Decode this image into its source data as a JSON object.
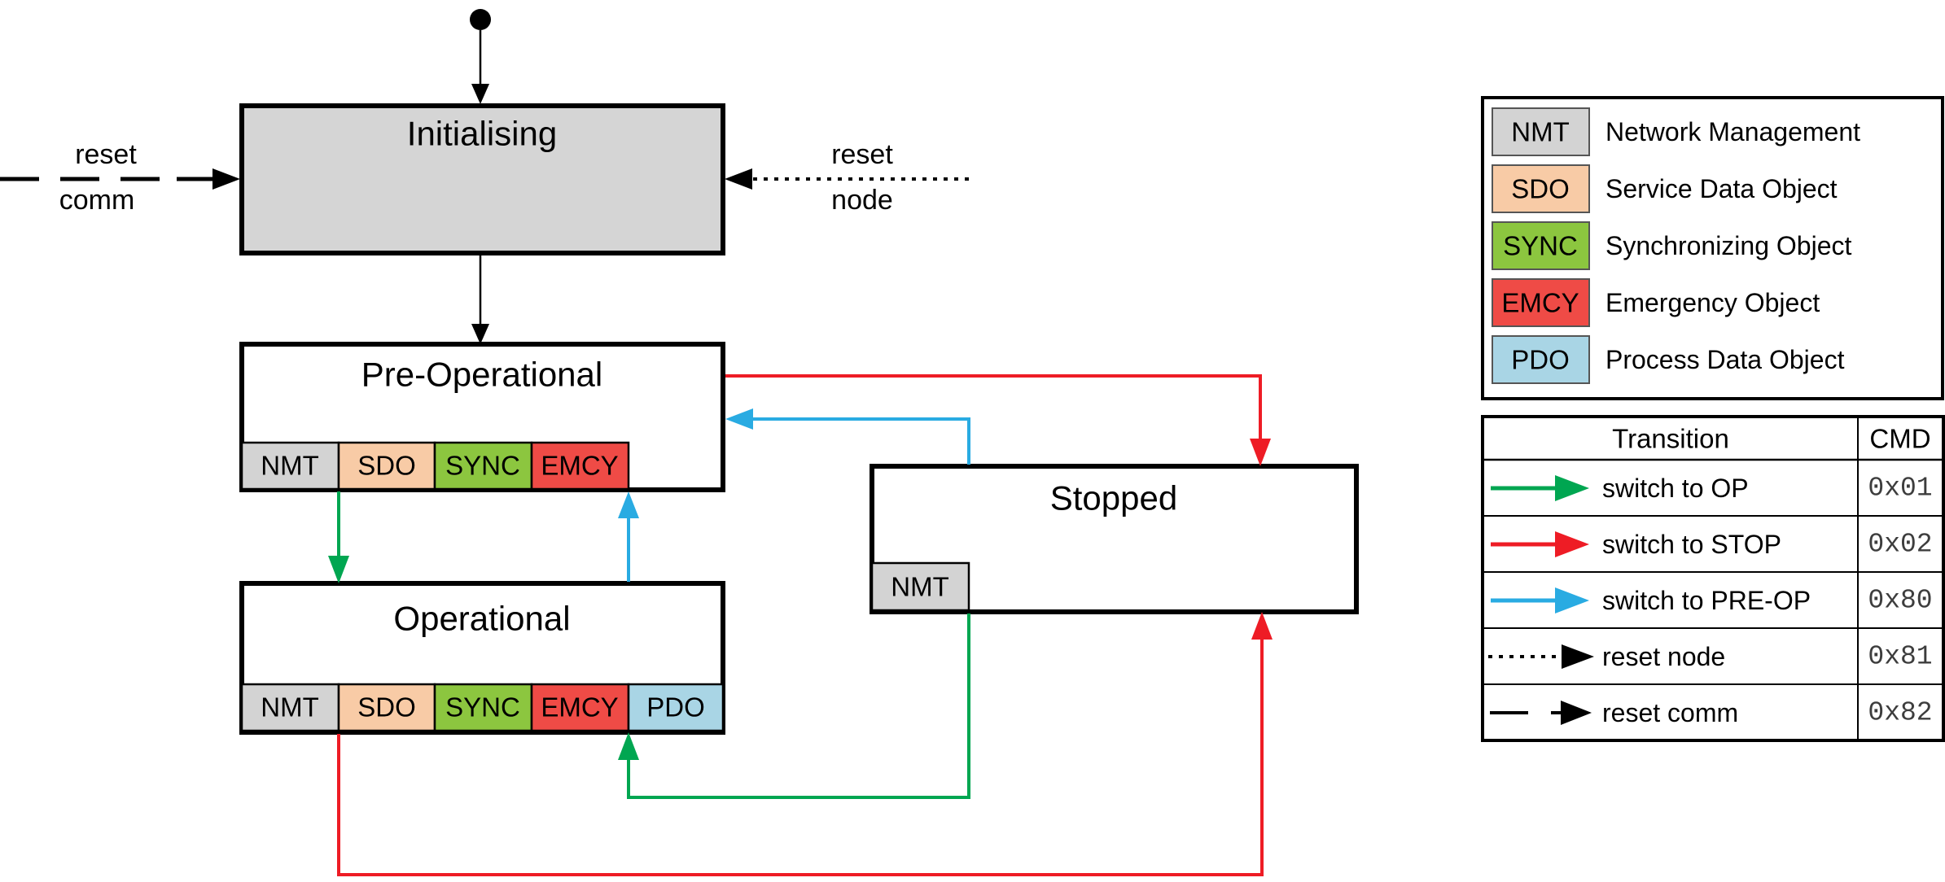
{
  "palette": {
    "state_fill_gray": "#d5d5d5",
    "nmt_gray": "#d3d3d3",
    "sdo_peach": "#f8cba6",
    "sync_green": "#8cc63f",
    "emcy_red": "#ef4b46",
    "pdo_blue": "#a9d5e5",
    "arrow_green": "#00a651",
    "arrow_red": "#ee1c25",
    "arrow_blue": "#29abe2",
    "arrow_black": "#000000"
  },
  "states": {
    "initialising": {
      "title": "Initialising"
    },
    "pre_operational": {
      "title": "Pre-Operational",
      "tabs": [
        "NMT",
        "SDO",
        "SYNC",
        "EMCY"
      ]
    },
    "operational": {
      "title": "Operational",
      "tabs": [
        "NMT",
        "SDO",
        "SYNC",
        "EMCY",
        "PDO"
      ]
    },
    "stopped": {
      "title": "Stopped",
      "tabs": [
        "NMT"
      ]
    }
  },
  "annotations": {
    "reset_comm": {
      "line1": "reset",
      "line2": "comm"
    },
    "reset_node": {
      "line1": "reset",
      "line2": "node"
    }
  },
  "legend": {
    "items": [
      {
        "abbr": "NMT",
        "name": "Network Management",
        "color": "#d3d3d3"
      },
      {
        "abbr": "SDO",
        "name": "Service Data Object",
        "color": "#f8cba6"
      },
      {
        "abbr": "SYNC",
        "name": "Synchronizing Object",
        "color": "#8cc63f"
      },
      {
        "abbr": "EMCY",
        "name": "Emergency Object",
        "color": "#ef4b46"
      },
      {
        "abbr": "PDO",
        "name": "Process Data Object",
        "color": "#a9d5e5"
      }
    ]
  },
  "transition_table": {
    "headers": {
      "transition": "Transition",
      "cmd": "CMD"
    },
    "rows": [
      {
        "label": "switch to OP",
        "cmd": "0x01",
        "color": "#00a651",
        "line_style": "solid"
      },
      {
        "label": "switch to STOP",
        "cmd": "0x02",
        "color": "#ee1c25",
        "line_style": "solid"
      },
      {
        "label": "switch to PRE-OP",
        "cmd": "0x80",
        "color": "#29abe2",
        "line_style": "solid"
      },
      {
        "label": "reset node",
        "cmd": "0x81",
        "color": "#000000",
        "line_style": "dotted"
      },
      {
        "label": "reset comm",
        "cmd": "0x82",
        "color": "#000000",
        "line_style": "long-dash"
      }
    ]
  }
}
